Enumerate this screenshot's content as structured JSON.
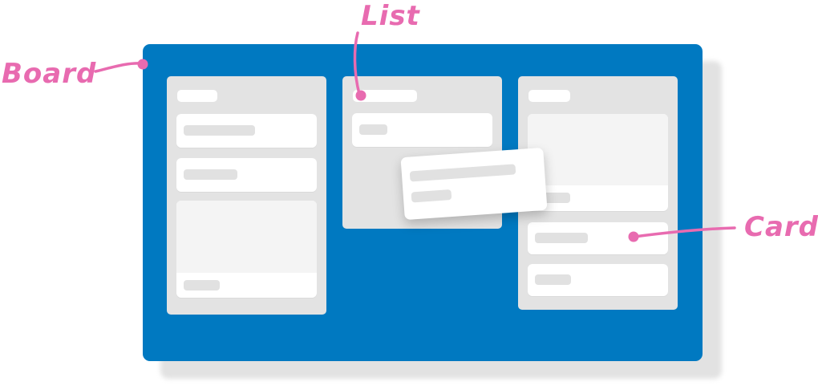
{
  "annotations": {
    "board": "Board",
    "list": "List",
    "card": "Card"
  },
  "colors": {
    "board": "#0079c1",
    "annotation": "#e86bb0",
    "list": "#e3e3e3",
    "card": "#ffffff",
    "placeholder": "#e1e1e1"
  }
}
